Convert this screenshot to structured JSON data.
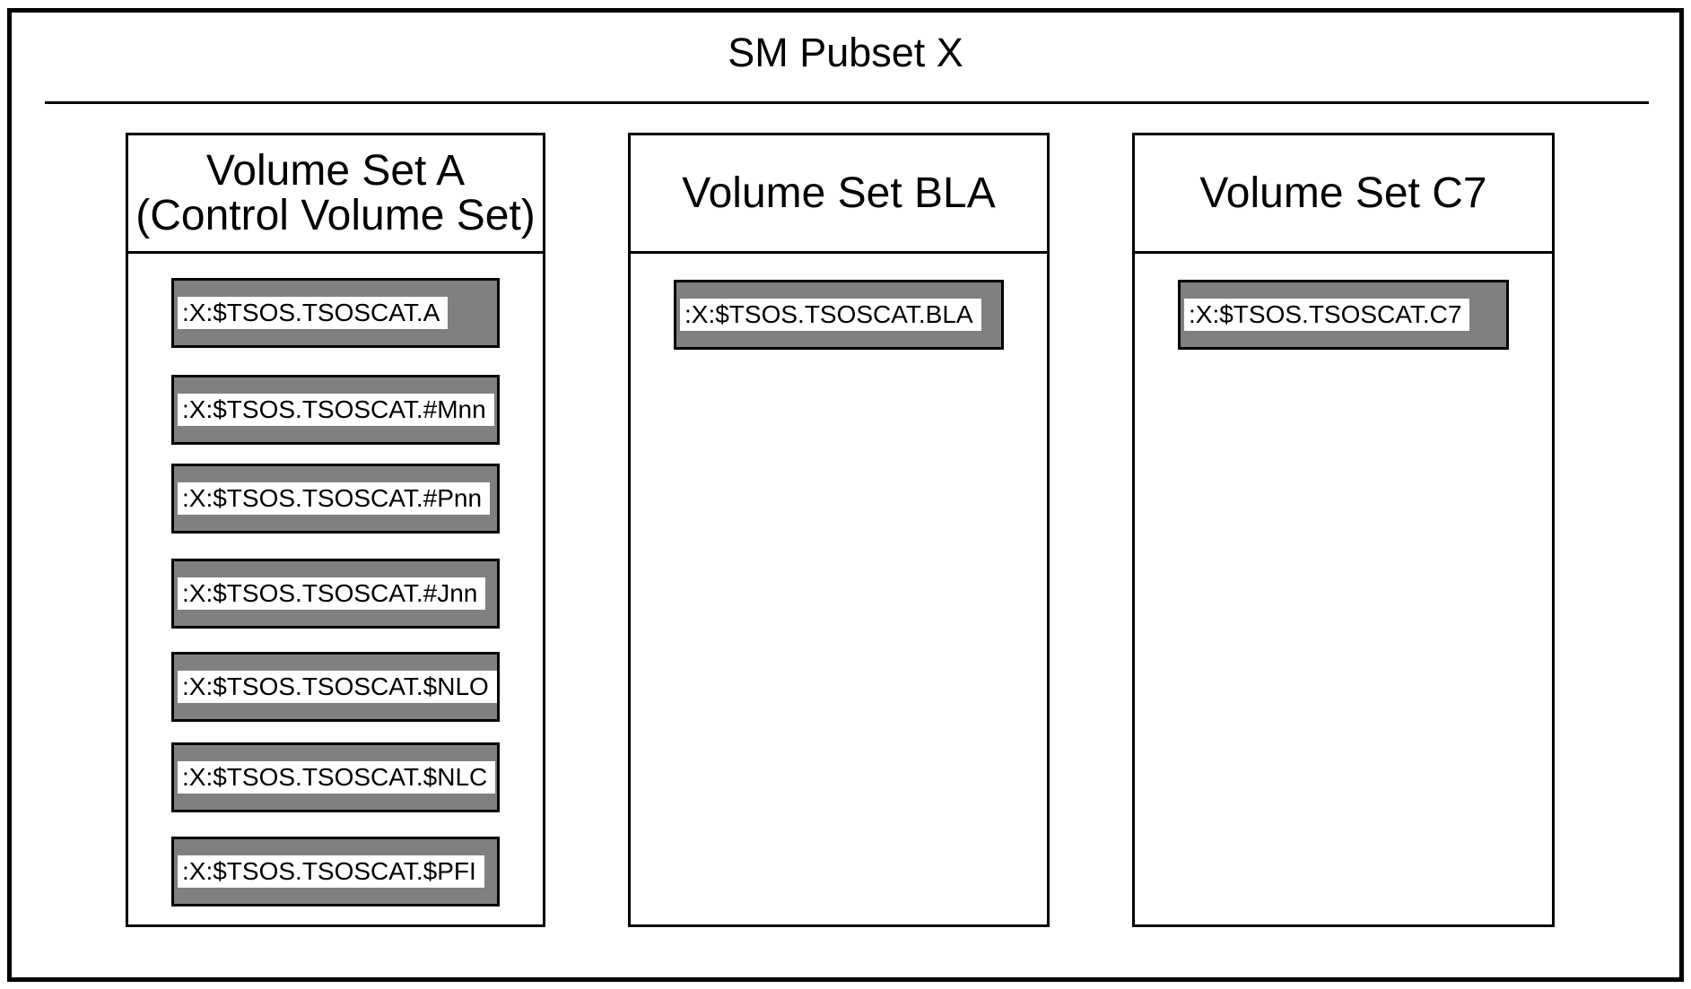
{
  "diagram": {
    "title": "SM Pubset X",
    "volume_sets": [
      {
        "title": "Volume Set A",
        "subtitle": "(Control Volume Set)",
        "catalogs": [
          ":X:$TSOS.TSOSCAT.A",
          ":X:$TSOS.TSOSCAT.#Mnn",
          ":X:$TSOS.TSOSCAT.#Pnn",
          ":X:$TSOS.TSOSCAT.#Jnn",
          ":X:$TSOS.TSOSCAT.$NLO",
          ":X:$TSOS.TSOSCAT.$NLC",
          ":X:$TSOS.TSOSCAT.$PFI"
        ]
      },
      {
        "title": "Volume Set BLA",
        "subtitle": "",
        "catalogs": [
          ":X:$TSOS.TSOSCAT.BLA"
        ]
      },
      {
        "title": "Volume Set C7",
        "subtitle": "",
        "catalogs": [
          ":X:$TSOS.TSOSCAT.C7"
        ]
      }
    ],
    "colors": {
      "border": "#000000",
      "catalog_box_fill": "#808080",
      "catalog_label_bg": "#ffffff",
      "page_bg": "#ffffff"
    }
  }
}
